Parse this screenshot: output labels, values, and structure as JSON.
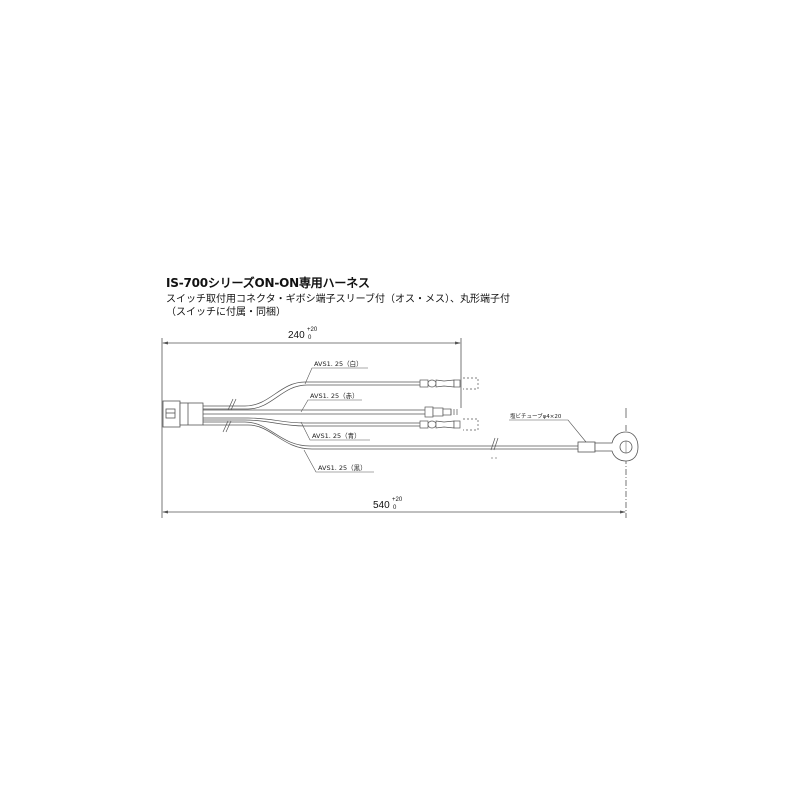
{
  "header": {
    "title": "IS-700シリーズON-ON専用ハーネス",
    "subtitle_line1": "スイッチ取付用コネクタ・ギボシ端子スリーブ付（オス・メス）、丸形端子付",
    "subtitle_line2": "（スイッチに付属・同梱）"
  },
  "dimensions": {
    "top": {
      "value": "240",
      "tol_plus": "+20",
      "tol_minus": "0"
    },
    "bottom": {
      "value": "540",
      "tol_plus": "+20",
      "tol_minus": "0"
    }
  },
  "wires": [
    {
      "label": "AVS1. 25（白）",
      "color_name": "白"
    },
    {
      "label": "AVS1. 25（赤）",
      "color_name": "赤"
    },
    {
      "label": "AVS1. 25（青）",
      "color_name": "青"
    },
    {
      "label": "AVS1. 25（黒）",
      "color_name": "黒"
    }
  ],
  "ring_terminal": {
    "tube_label": "塩ビチューブφ4×20"
  },
  "colors": {
    "line": "#555555",
    "text": "#111111",
    "background": "#ffffff"
  }
}
